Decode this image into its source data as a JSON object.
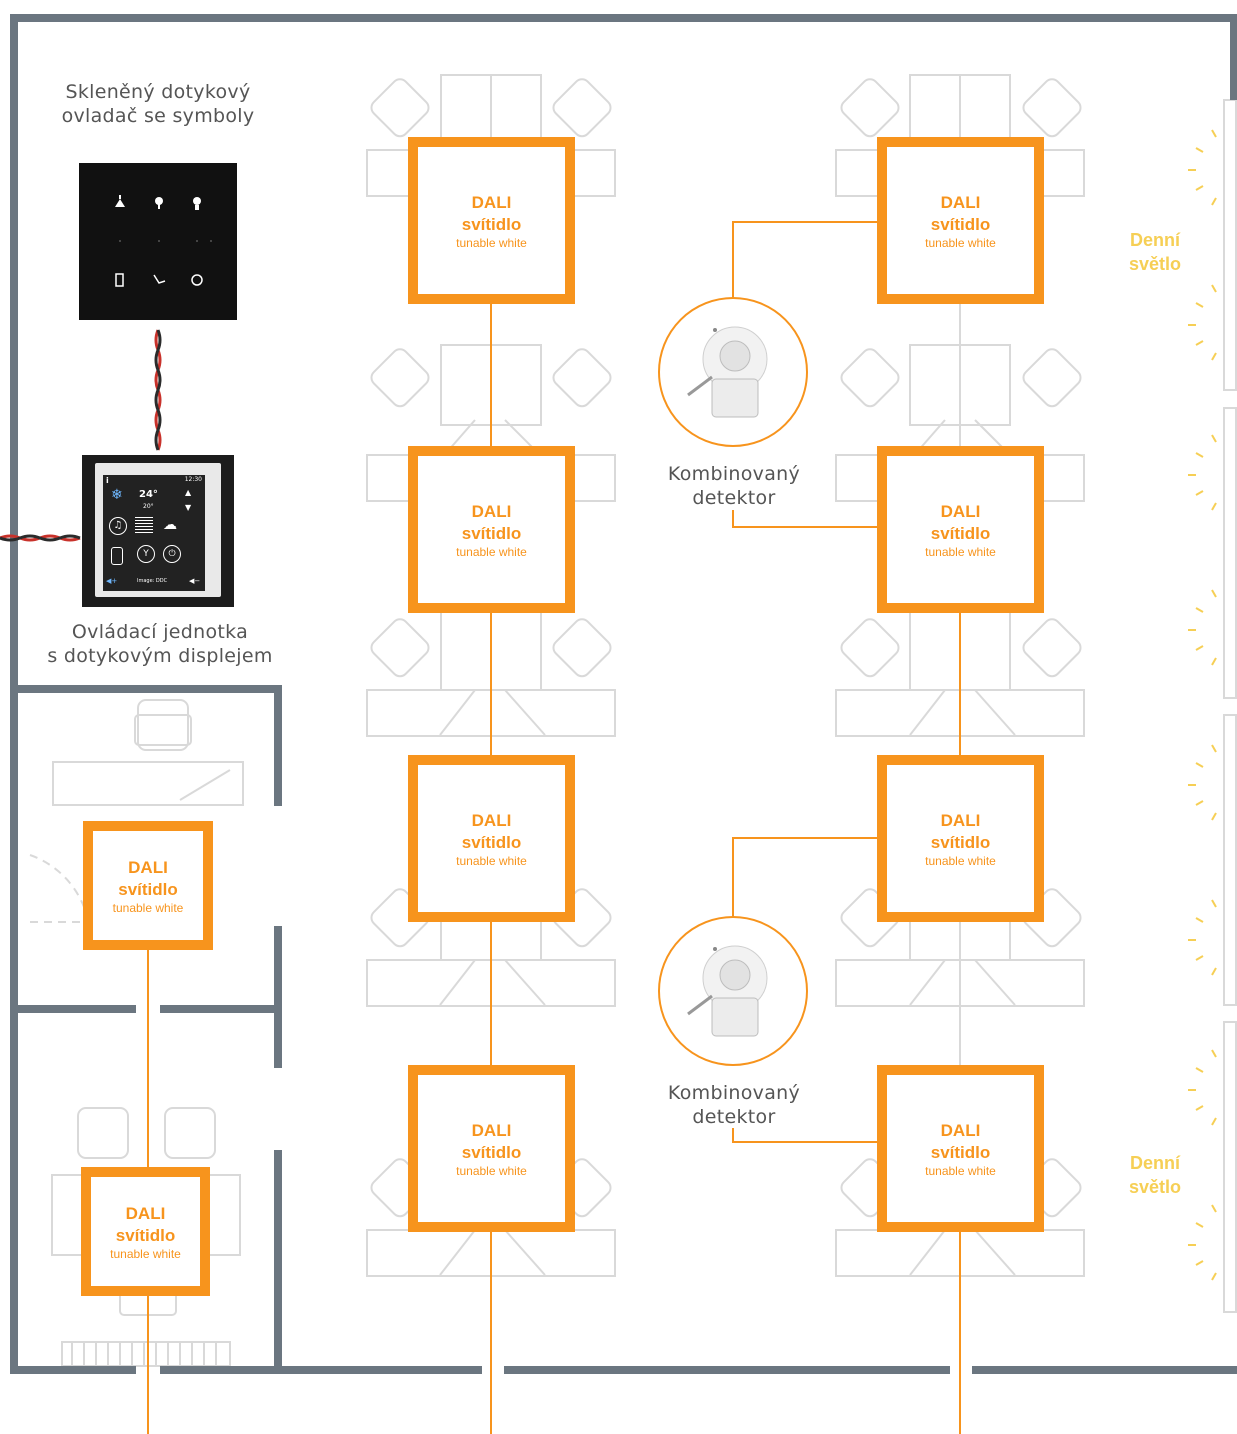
{
  "devices": {
    "glass_panel": {
      "label": "Skleněný dotykový ovladač se symboly"
    },
    "touch_unit": {
      "label_line1": "Ovládací jednotka",
      "label_line2": "s dotykovým displejem",
      "screen_time": "12:30",
      "screen_temp": "24°",
      "screen_temp_set": "20°",
      "screen_info": "i",
      "screen_footer": "Image: DDC"
    }
  },
  "luminaire": {
    "line1": "DALI",
    "line2": "svítidlo",
    "line3": "tunable white"
  },
  "detector": {
    "label_line1": "Kombinovaný",
    "label_line2": "detektor"
  },
  "daylight": {
    "line1": "Denní",
    "line2": "světlo"
  },
  "colors": {
    "wall": "#6b7680",
    "furniture": "#d9d9d9",
    "accent": "#f7941d",
    "daylight": "#f6cf55",
    "cable_dark": "#2b2b2b",
    "cable_red": "#c8322b"
  }
}
